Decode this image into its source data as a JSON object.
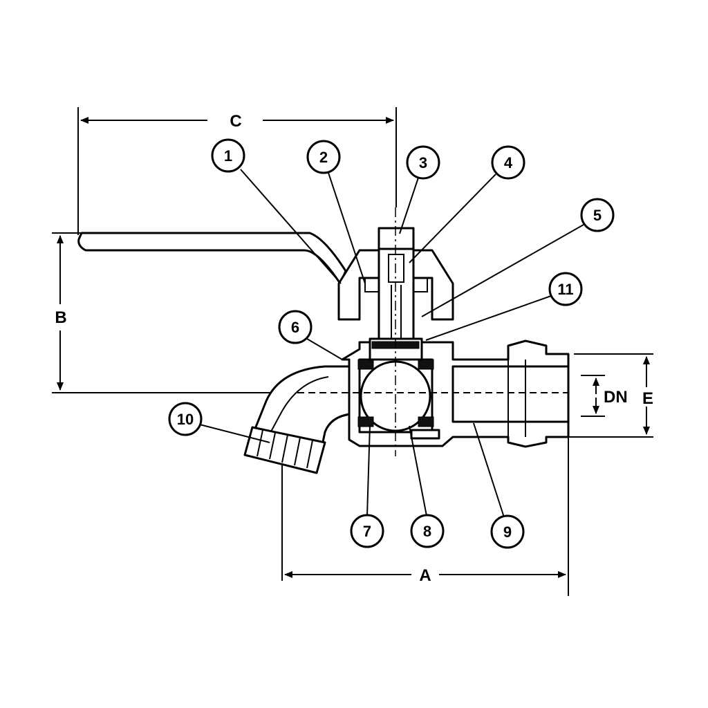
{
  "dimensions": {
    "a": "A",
    "b": "B",
    "c": "C",
    "dn": "DN",
    "e": "E"
  },
  "callouts": [
    "1",
    "2",
    "3",
    "4",
    "5",
    "6",
    "7",
    "8",
    "9",
    "10",
    "11"
  ]
}
